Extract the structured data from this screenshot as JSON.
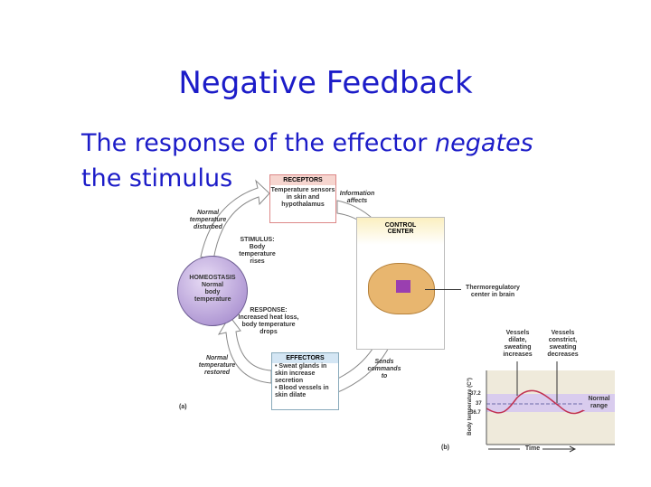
{
  "slide": {
    "title": "Negative Feedback",
    "subtitle_pre": "The response of the effector ",
    "subtitle_em": "negates",
    "subtitle_line2": "the stimulus"
  },
  "diagram_a": {
    "receptors": {
      "header": "RECEPTORS",
      "body": "Temperature sensors in skin and hypothalamus"
    },
    "control_center": {
      "header": "CONTROL CENTER",
      "label": "Thermoregulatory center in brain"
    },
    "effectors": {
      "header": "EFFECTORS",
      "items": [
        "• Sweat glands in skin increase secretion",
        "• Blood vessels in skin dilate"
      ]
    },
    "homeostasis": {
      "title": "HOMEOSTASIS",
      "body": "Normal body temperature"
    },
    "stimulus": {
      "title": "STIMULUS:",
      "body": "Body temperature rises"
    },
    "response": {
      "title": "RESPONSE:",
      "body": "Increased heat loss, body temperature drops"
    },
    "information_affects": "Information affects",
    "sends_commands": "Sends commands to",
    "normal_disturbed": "Normal temperature disturbed",
    "normal_restored": "Normal temperature restored",
    "panel_label": "(a)"
  },
  "diagram_b": {
    "panel_label": "(b)",
    "ylabel": "Body temperature (C°)",
    "ticks": [
      "37.2",
      "37",
      "36.7"
    ],
    "normal_range": "Normal range",
    "xlabel": "Time",
    "annot1": "Vessels dilate, sweating increases",
    "annot2": "Vessels constrict, sweating decreases"
  }
}
